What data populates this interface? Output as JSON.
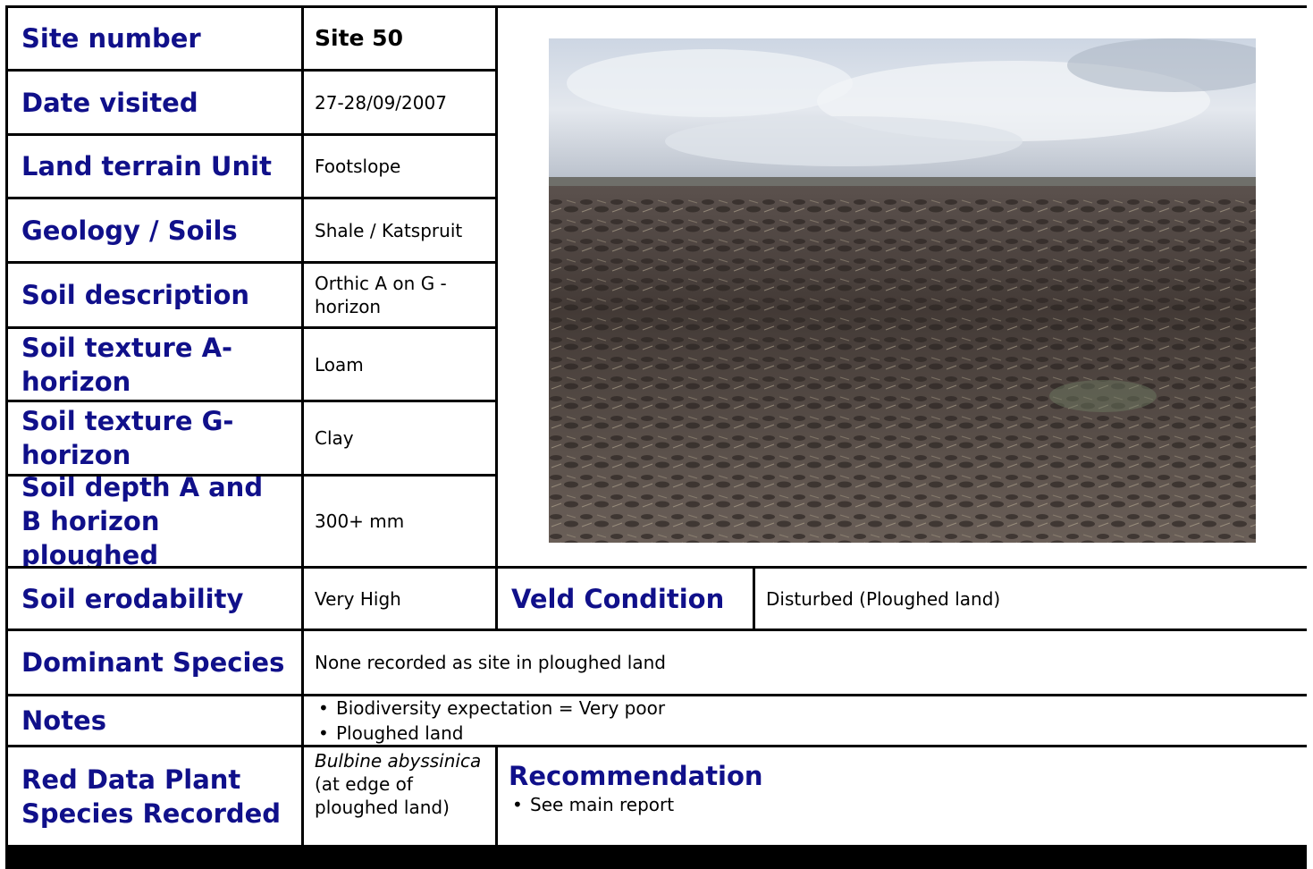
{
  "rows": {
    "site_number": {
      "label": "Site number",
      "value": "Site 50"
    },
    "date_visited": {
      "label": "Date visited",
      "value": "27-28/09/2007"
    },
    "land_terrain": {
      "label": "Land terrain Unit",
      "value": "Footslope"
    },
    "geology": {
      "label": "Geology / Soils",
      "value": "Shale / Katspruit"
    },
    "soil_description": {
      "label": "Soil description",
      "value": "Orthic A on G - horizon"
    },
    "soil_texture_a": {
      "label": "Soil texture A-horizon",
      "value": "Loam"
    },
    "soil_texture_g": {
      "label": "Soil texture G-horizon",
      "value": "Clay"
    },
    "soil_depth": {
      "label": "Soil depth A and B horizon ploughed",
      "value": "300+ mm"
    },
    "soil_erodability": {
      "label": "Soil erodability",
      "value": "Very High"
    },
    "veld_condition": {
      "label": "Veld Condition",
      "value": "Disturbed (Ploughed land)"
    },
    "dominant_species": {
      "label": "Dominant Species",
      "value": "None recorded as site in ploughed land"
    },
    "notes": {
      "label": "Notes",
      "items": [
        "Biodiversity expectation = Very poor",
        "Ploughed land"
      ]
    },
    "red_data": {
      "label": "Red Data Plant Species Recorded",
      "species_italic": "Bulbine abyssinica",
      "species_suffix": " (at edge of ploughed land)"
    },
    "recommendation": {
      "title": "Recommendation",
      "items": [
        "See main report"
      ]
    }
  },
  "bullet_char": "•",
  "colors": {
    "label": "#10108a",
    "border": "#000000",
    "sky": "#c9d3e0",
    "soil": "#4a403a"
  }
}
